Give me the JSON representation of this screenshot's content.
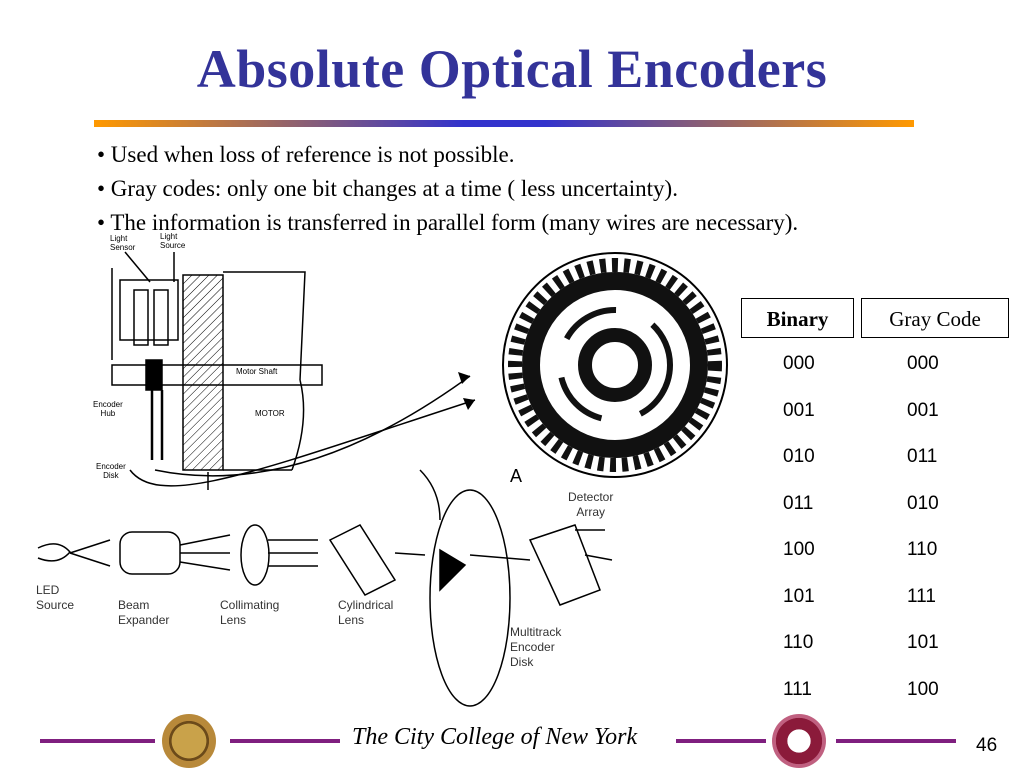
{
  "slide": {
    "title": "Absolute Optical Encoders",
    "bullets": [
      "•  Used when loss of reference is not possible.",
      "• Gray codes: only one bit changes at a time ( less uncertainty).",
      "• The information is transferred in parallel form (many wires are necessary)."
    ],
    "page_number": "46"
  },
  "footer": {
    "institution": "The City College of New York"
  },
  "figure": {
    "light_sensor": "Light\nSensor",
    "light_source": "Light\nSource",
    "motor_shaft": "Motor Shaft",
    "encoder_hub": "Encoder\nHub",
    "motor": "MOTOR",
    "encoder_disk": "Encoder\nDisk",
    "disk_label": "A",
    "detector_array": "Detector\nArray",
    "led_source": "LED\nSource",
    "beam_expander": "Beam\nExpander",
    "collimating_lens": "Collimating\nLens",
    "cylindrical_lens": "Cylindrical\nLens",
    "multitrack_disk": "Multitrack\nEncoder\nDisk"
  },
  "gray_code_table": {
    "headers": {
      "binary": "Binary",
      "gray": "Gray Code"
    },
    "binary": [
      "000",
      "001",
      "010",
      "011",
      "100",
      "101",
      "110",
      "111"
    ],
    "gray": [
      "000",
      "001",
      "011",
      "010",
      "110",
      "111",
      "101",
      "100"
    ]
  },
  "colors": {
    "title": "#333399",
    "footer_line": "#7f1f7f",
    "rule_left": "#ff9900",
    "rule_mid": "#3333cc"
  }
}
